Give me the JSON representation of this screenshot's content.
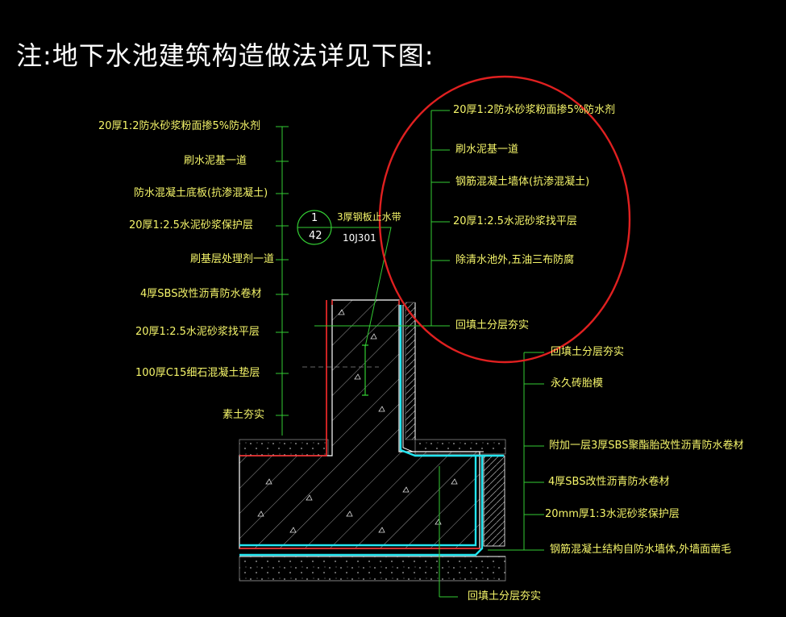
{
  "title": "注:地下水池建筑构造做法详见下图:",
  "left_labels": [
    "20厚1:2防水砂浆粉面掺5%防水剂",
    "刷水泥基一道",
    "防水混凝土底板(抗渗混凝土)",
    "20厚1:2.5水泥砂浆保护层",
    "刷基层处理剂一道",
    "4厚SBS改性沥青防水卷材",
    "20厚1:2.5水泥砂浆找平层",
    "100厚C15细石混凝土垫层",
    "素土夯实"
  ],
  "circled_labels": [
    "20厚1:2防水砂浆粉面掺5%防水剂",
    "刷水泥基一道",
    "钢筋混凝土墙体(抗渗混凝土)",
    "20厚1:2.5水泥砂浆找平层",
    "除清水池外,五油三布防腐",
    "回填土分层夯实"
  ],
  "right_labels": [
    "回填土分层夯实",
    "永久砖胎模",
    "附加一层3厚SBS聚酯胎改性沥青防水卷材",
    "4厚SBS改性沥青防水卷材",
    "20mm厚1:3水泥砂浆保护层",
    "钢筋混凝土结构自防水墙体,外墙面凿毛"
  ],
  "bottom_label": "回填土分层夯实",
  "detail_ref": {
    "top": "1",
    "bottom": "42"
  },
  "waterstop": {
    "label": "3厚钢板止水带",
    "code": "10J301"
  },
  "colors": {
    "text": "#f5f56a",
    "leader": "#33cc33",
    "concrete": "#ffffff",
    "membrane": "#22e5f0",
    "red_line": "#ff2a2a",
    "circle": "#e02020"
  }
}
